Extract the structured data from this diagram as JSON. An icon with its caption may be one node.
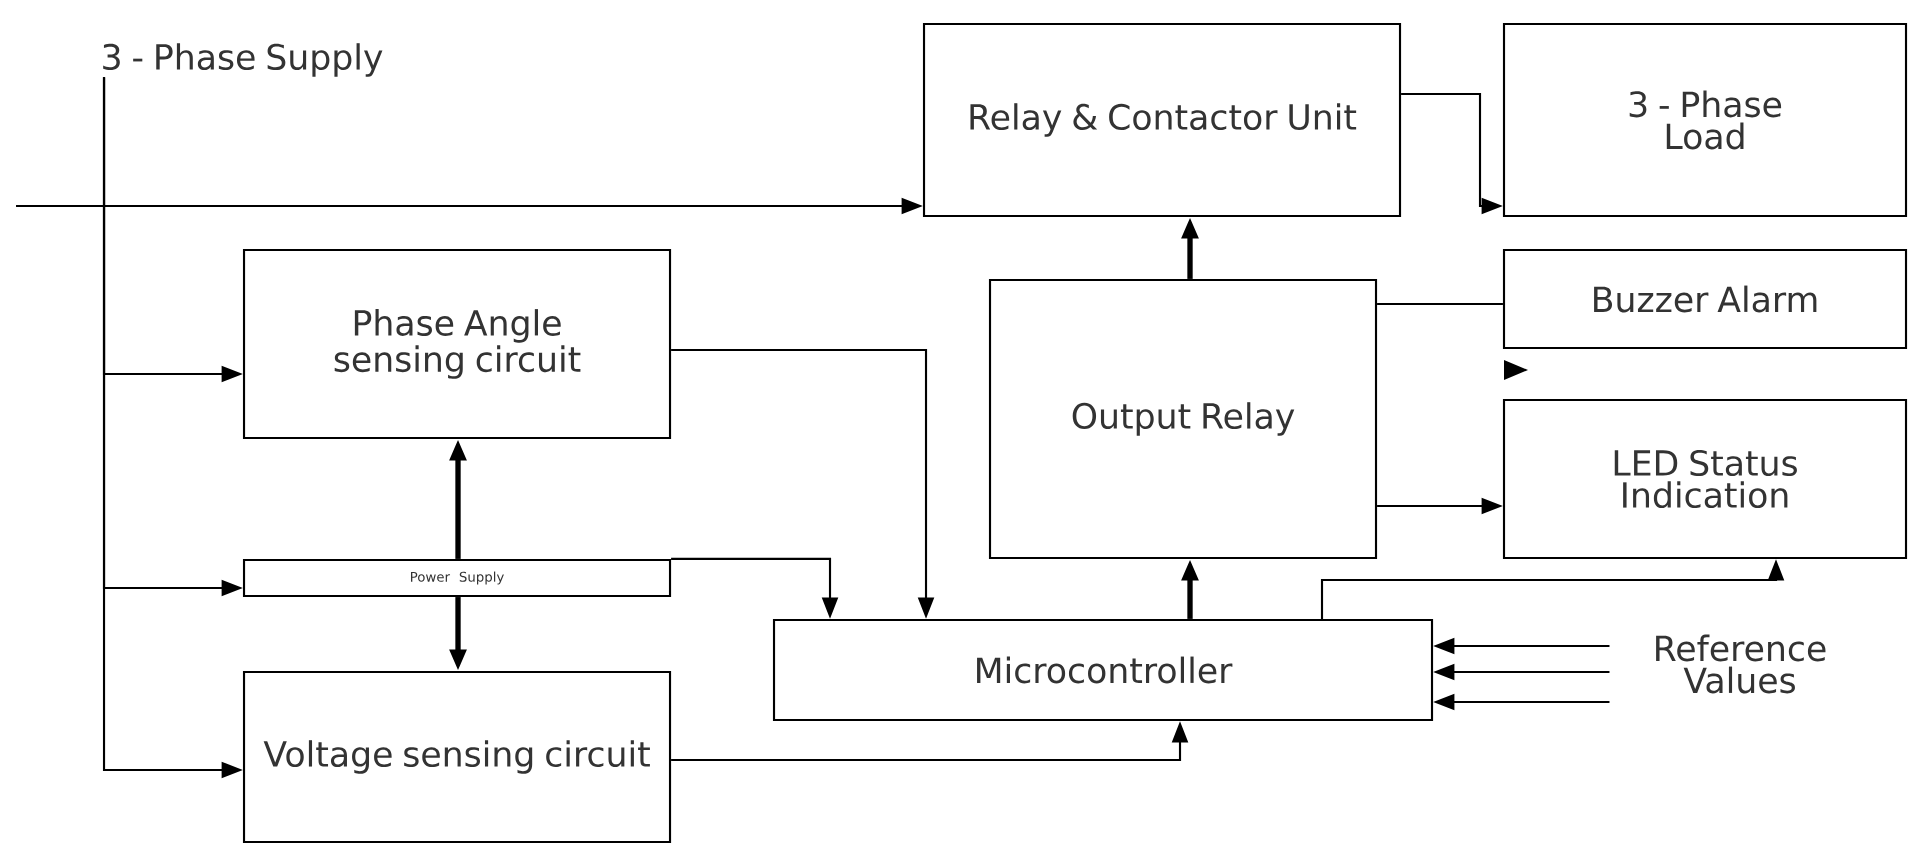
{
  "diagram": {
    "nodes": [
      {
        "text": [
          "3 - Phase Supply"
        ]
      },
      {
        "text": [
          "Relay & Contactor Unit"
        ]
      },
      {
        "text": [
          "3 - Phase Load"
        ]
      },
      {
        "text": [
          "Phase Angle sensing circuit"
        ]
      },
      {
        "text": [
          "Output Relay"
        ]
      },
      {
        "text": [
          "Buzzer Alarm"
        ]
      },
      {
        "text": [
          "LED Status Indication"
        ]
      },
      {
        "text": [
          "Power Supply"
        ]
      },
      {
        "text": [
          "Microcontroller"
        ]
      },
      {
        "text": [
          "Voltage sensing circuit"
        ]
      },
      {
        "text": [
          "Reference Values"
        ]
      }
    ],
    "edges": [
      {
        "from": null,
        "to": 1,
        "arrow": "to"
      },
      {
        "from": 0,
        "to": 3,
        "arrow": "to"
      },
      {
        "from": 0,
        "to": 7,
        "arrow": "to"
      },
      {
        "from": 0,
        "to": 9,
        "arrow": "to"
      },
      {
        "from": 1,
        "to": 2,
        "arrow": "to"
      },
      {
        "from": 4,
        "to": 1,
        "arrow": "to",
        "style": "thick"
      },
      {
        "from": 4,
        "to": 5,
        "arrow": "none"
      },
      {
        "from": 4,
        "to": 6,
        "arrow": "to"
      },
      {
        "from": 3,
        "to": 8,
        "arrow": "to"
      },
      {
        "from": 7,
        "to": 3,
        "arrow": "to",
        "style": "thick"
      },
      {
        "from": 7,
        "to": 9,
        "arrow": "to",
        "style": "thick"
      },
      {
        "from": 7,
        "to": 8,
        "arrow": "to"
      },
      {
        "from": 8,
        "to": 4,
        "arrow": "to",
        "style": "thick"
      },
      {
        "from": 8,
        "to": 6,
        "arrow": "to"
      },
      {
        "from": 9,
        "to": 8,
        "arrow": "to"
      },
      {
        "from": 10,
        "to": 8,
        "arrow": "to"
      },
      {
        "from": 10,
        "to": 8,
        "arrow": "to"
      },
      {
        "from": 10,
        "to": 8,
        "arrow": "to"
      }
    ]
  }
}
